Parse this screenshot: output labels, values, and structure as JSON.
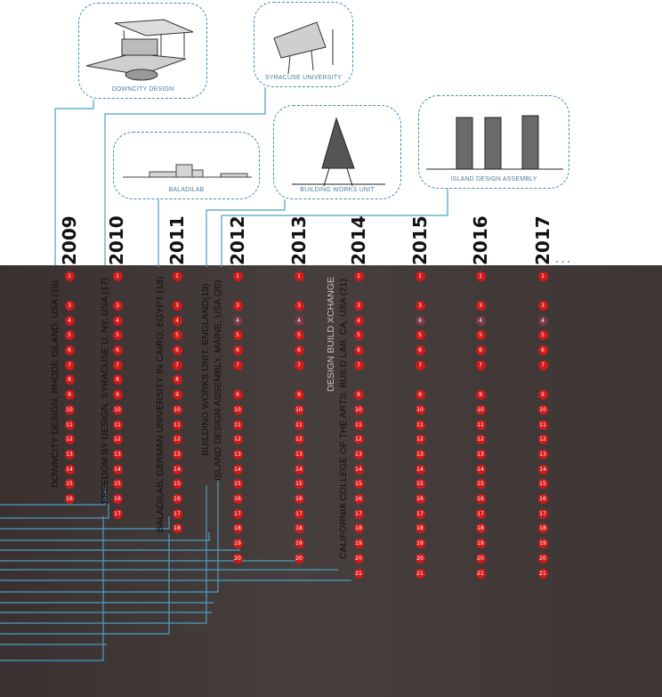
{
  "cards": [
    {
      "id": "downcity",
      "label": "DOWNCITY DESIGN"
    },
    {
      "id": "syracuse",
      "label": "SYRACUSE UNIVERSITY"
    },
    {
      "id": "baladilab",
      "label": "BALADILAB"
    },
    {
      "id": "building",
      "label": "BUILDING WORKS UNIT"
    },
    {
      "id": "island",
      "label": "ISLAND DESIGN ASSEMBLY"
    }
  ],
  "years": [
    "2009",
    "2010",
    "2011",
    "2012",
    "2013",
    "2014",
    "2015",
    "2016",
    "2017"
  ],
  "ellipsis": "...",
  "projects": [
    {
      "text": "DOWNCITY DESIGN, RHODE ISLAND, USA (16)"
    },
    {
      "text": "FREEDOM BY DESIGN, SYRACUSE U, NY, USA (17)"
    },
    {
      "text": "BALADILAB, GERMAN UNIVERSITY IN CAIRO, EGYPT (18)"
    },
    {
      "text": "BUILDING WORKS UNIT, ENGLAND(19)"
    },
    {
      "text": "ISLAND DESIGN ASSEMBLY, MAINE, USA (20)"
    },
    {
      "text": "DESIGN BUILD XCHANGE"
    },
    {
      "text": "CALIFORNIA COLLEGE OF THE ARTS, BUILD LAB, CA, USA (21)"
    }
  ],
  "columns": [
    {
      "year": "2009",
      "numbers": [
        1,
        3,
        4,
        5,
        6,
        7,
        8,
        9,
        10,
        11,
        12,
        13,
        14,
        15,
        16
      ]
    },
    {
      "year": "2010",
      "numbers": [
        1,
        3,
        4,
        5,
        6,
        7,
        8,
        9,
        10,
        11,
        12,
        13,
        14,
        15,
        16,
        17
      ]
    },
    {
      "year": "2011",
      "numbers": [
        1,
        3,
        4,
        5,
        6,
        7,
        8,
        9,
        10,
        11,
        12,
        13,
        14,
        15,
        16,
        17,
        18
      ]
    },
    {
      "year": "2012",
      "numbers": [
        1,
        3,
        4,
        5,
        6,
        7,
        9,
        10,
        11,
        12,
        13,
        14,
        15,
        16,
        17,
        18,
        19,
        20
      ]
    },
    {
      "year": "2013",
      "numbers": [
        1,
        3,
        4,
        5,
        6,
        7,
        9,
        10,
        11,
        12,
        13,
        14,
        15,
        16,
        17,
        18,
        19,
        20
      ]
    },
    {
      "year": "2014",
      "numbers": [
        1,
        3,
        4,
        5,
        6,
        7,
        9,
        10,
        11,
        12,
        13,
        14,
        15,
        16,
        17,
        18,
        19,
        20,
        21
      ]
    },
    {
      "year": "2015",
      "numbers": [
        1,
        3,
        6,
        5,
        6,
        7,
        9,
        10,
        11,
        12,
        13,
        14,
        15,
        16,
        17,
        18,
        19,
        20,
        21
      ]
    },
    {
      "year": "2016",
      "numbers": [
        1,
        3,
        4,
        5,
        6,
        7,
        9,
        10,
        11,
        12,
        13,
        14,
        15,
        16,
        17,
        18,
        19,
        20,
        21
      ]
    },
    {
      "year": "2017",
      "numbers": [
        1,
        3,
        4,
        5,
        6,
        7,
        9,
        10,
        11,
        12,
        13,
        14,
        15,
        16,
        17,
        18,
        19,
        20,
        21
      ]
    }
  ],
  "colors": {
    "accent": "#3c8fb2",
    "dot": "#d11a1a",
    "dark": "#433b39"
  }
}
